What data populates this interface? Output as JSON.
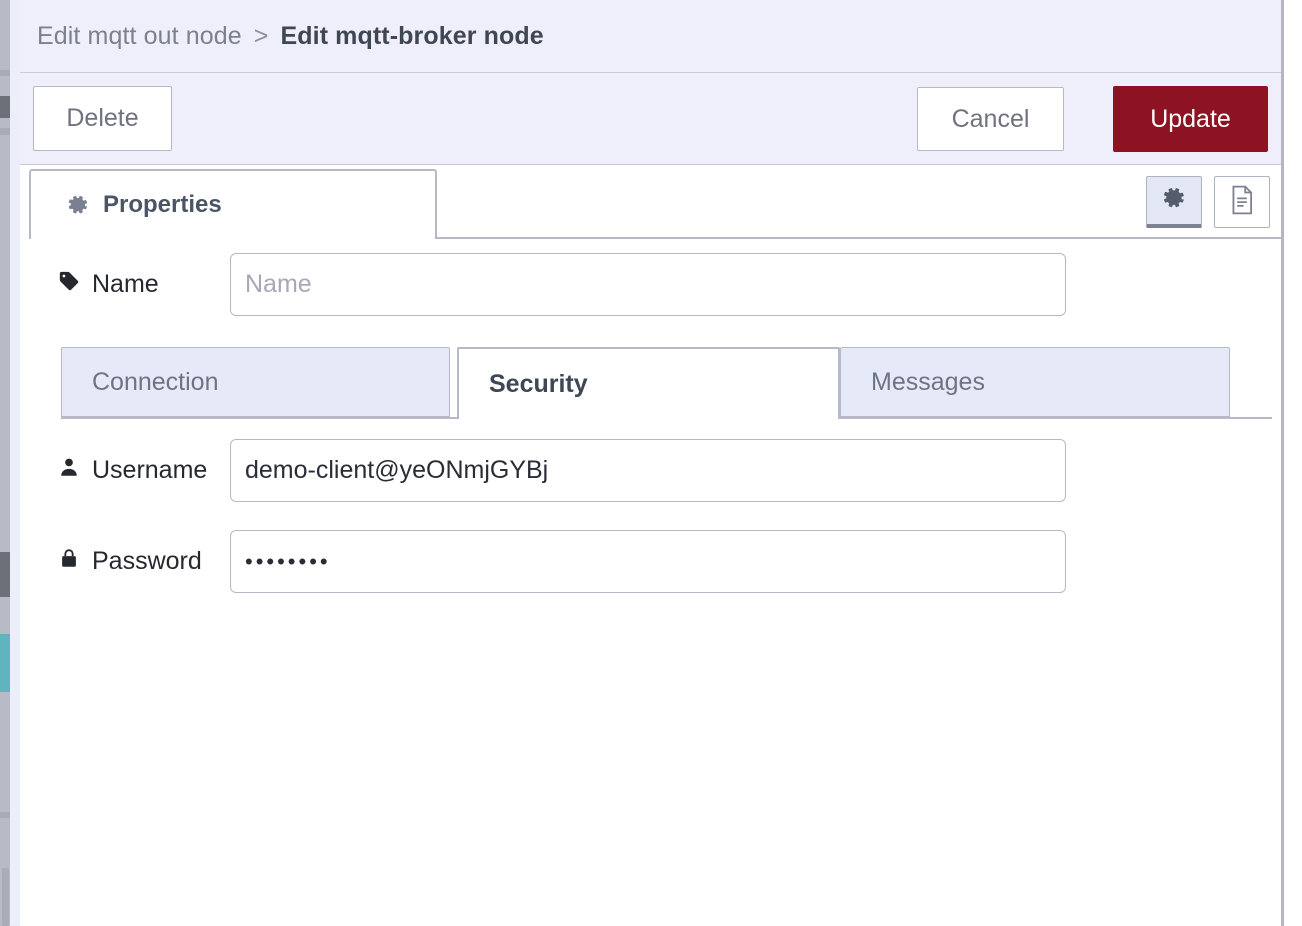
{
  "header": {
    "breadcrumb_parent": "Edit mqtt out node",
    "breadcrumb_separator": ">",
    "breadcrumb_current": "Edit mqtt-broker node"
  },
  "toolbar": {
    "delete_label": "Delete",
    "cancel_label": "Cancel",
    "update_label": "Update",
    "update_color": "#8e1322"
  },
  "tabs": {
    "main": [
      {
        "label": "Properties",
        "icon": "gear-icon",
        "active": true
      }
    ],
    "icon_toggles": [
      {
        "icon": "gear-icon",
        "selected": true
      },
      {
        "icon": "document-icon",
        "selected": false
      }
    ]
  },
  "form": {
    "name": {
      "icon": "tag-icon",
      "label": "Name",
      "value": "",
      "placeholder": "Name"
    },
    "username": {
      "icon": "user-icon",
      "label": "Username",
      "value": "demo-client@yeONmjGYBj",
      "placeholder": ""
    },
    "password": {
      "icon": "lock-icon",
      "label": "Password",
      "value": "••••••••",
      "masked_length": 8,
      "placeholder": ""
    }
  },
  "subtabs": [
    {
      "label": "Connection",
      "active": false
    },
    {
      "label": "Security",
      "active": true
    },
    {
      "label": "Messages",
      "active": false
    }
  ]
}
